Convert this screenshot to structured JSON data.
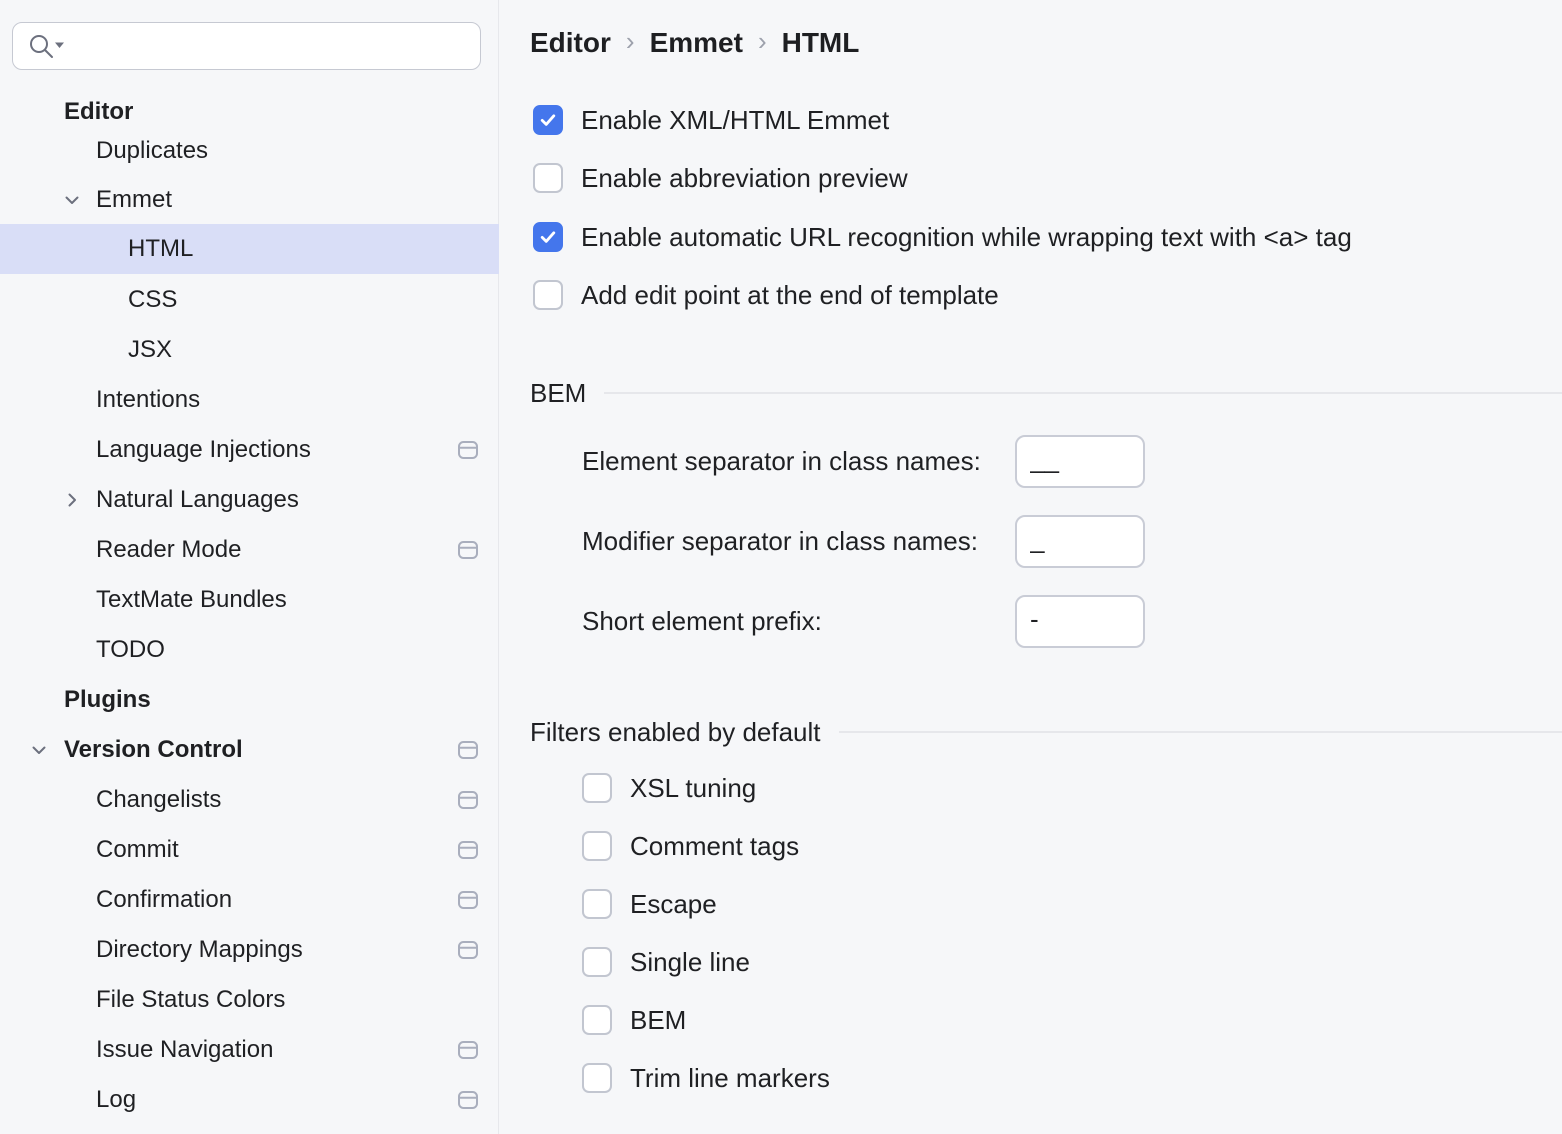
{
  "sidebar": {
    "search": {
      "placeholder": ""
    },
    "items": [
      {
        "label": "Editor",
        "level": 0,
        "bold": true,
        "chevron": "none",
        "window_icon": false,
        "selected": false
      },
      {
        "label": "Duplicates",
        "level": 1,
        "bold": false,
        "chevron": "none",
        "window_icon": false,
        "selected": false
      },
      {
        "label": "Emmet",
        "level": 1,
        "bold": false,
        "chevron": "down",
        "window_icon": false,
        "selected": false
      },
      {
        "label": "HTML",
        "level": 2,
        "bold": false,
        "chevron": "none",
        "window_icon": false,
        "selected": true
      },
      {
        "label": "CSS",
        "level": 2,
        "bold": false,
        "chevron": "none",
        "window_icon": false,
        "selected": false
      },
      {
        "label": "JSX",
        "level": 2,
        "bold": false,
        "chevron": "none",
        "window_icon": false,
        "selected": false
      },
      {
        "label": "Intentions",
        "level": 1,
        "bold": false,
        "chevron": "none",
        "window_icon": false,
        "selected": false
      },
      {
        "label": "Language Injections",
        "level": 1,
        "bold": false,
        "chevron": "none",
        "window_icon": true,
        "selected": false
      },
      {
        "label": "Natural Languages",
        "level": 1,
        "bold": false,
        "chevron": "right",
        "window_icon": false,
        "selected": false
      },
      {
        "label": "Reader Mode",
        "level": 1,
        "bold": false,
        "chevron": "none",
        "window_icon": true,
        "selected": false
      },
      {
        "label": "TextMate Bundles",
        "level": 1,
        "bold": false,
        "chevron": "none",
        "window_icon": false,
        "selected": false
      },
      {
        "label": "TODO",
        "level": 1,
        "bold": false,
        "chevron": "none",
        "window_icon": false,
        "selected": false
      },
      {
        "label": "Plugins",
        "level": 0,
        "bold": true,
        "chevron": "none",
        "window_icon": false,
        "selected": false
      },
      {
        "label": "Version Control",
        "level": 0,
        "bold": true,
        "chevron": "down",
        "window_icon": true,
        "selected": false
      },
      {
        "label": "Changelists",
        "level": 1,
        "bold": false,
        "chevron": "none",
        "window_icon": true,
        "selected": false
      },
      {
        "label": "Commit",
        "level": 1,
        "bold": false,
        "chevron": "none",
        "window_icon": true,
        "selected": false
      },
      {
        "label": "Confirmation",
        "level": 1,
        "bold": false,
        "chevron": "none",
        "window_icon": true,
        "selected": false
      },
      {
        "label": "Directory Mappings",
        "level": 1,
        "bold": false,
        "chevron": "none",
        "window_icon": true,
        "selected": false
      },
      {
        "label": "File Status Colors",
        "level": 1,
        "bold": false,
        "chevron": "none",
        "window_icon": false,
        "selected": false
      },
      {
        "label": "Issue Navigation",
        "level": 1,
        "bold": false,
        "chevron": "none",
        "window_icon": true,
        "selected": false
      },
      {
        "label": "Log",
        "level": 1,
        "bold": false,
        "chevron": "none",
        "window_icon": true,
        "selected": false
      }
    ]
  },
  "breadcrumb": {
    "items": [
      "Editor",
      "Emmet",
      "HTML"
    ],
    "separator": "›"
  },
  "main": {
    "checkboxes": [
      {
        "label": "Enable XML/HTML Emmet",
        "checked": true
      },
      {
        "label": "Enable abbreviation preview",
        "checked": false
      },
      {
        "label": "Enable automatic URL recognition while wrapping text with <a> tag",
        "checked": true
      },
      {
        "label": "Add edit point at the end of template",
        "checked": false
      }
    ],
    "bem": {
      "title": "BEM",
      "fields": [
        {
          "label": "Element separator in class names:",
          "value": "__"
        },
        {
          "label": "Modifier separator in class names:",
          "value": "_"
        },
        {
          "label": "Short element prefix:",
          "value": "-"
        }
      ]
    },
    "filters": {
      "title": "Filters enabled by default",
      "items": [
        {
          "label": "XSL tuning",
          "checked": false
        },
        {
          "label": "Comment tags",
          "checked": false
        },
        {
          "label": "Escape",
          "checked": false
        },
        {
          "label": "Single line",
          "checked": false
        },
        {
          "label": "BEM",
          "checked": false
        },
        {
          "label": "Trim line markers",
          "checked": false
        }
      ]
    }
  },
  "colors": {
    "accent": "#4476EC",
    "selected_row": "#D9DEF7",
    "background": "#F6F7F9",
    "divider": "#E7E8EC"
  }
}
